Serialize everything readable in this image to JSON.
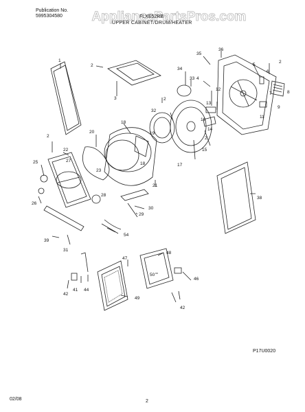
{
  "watermark": "AppliancePartsPros.com",
  "header": {
    "publication_label": "Publication No.",
    "publication_number": "5995304580",
    "model": "FLXE52RB",
    "section_title": "UPPER CABINET/DRUM/HEATER"
  },
  "diagram_code": "P17U0020",
  "footer": {
    "date": "02/08",
    "page": "2"
  },
  "callouts": [
    "1",
    "2",
    "2",
    "2",
    "2",
    "2",
    "3",
    "4",
    "5",
    "6",
    "7",
    "8",
    "9",
    "11",
    "12",
    "13",
    "14",
    "15",
    "16",
    "17",
    "18",
    "18",
    "19",
    "20",
    "21",
    "22",
    "23",
    "25",
    "26",
    "27",
    "28",
    "29",
    "30",
    "31",
    "32",
    "33",
    "34",
    "35",
    "36",
    "38",
    "39",
    "41",
    "42",
    "42",
    "44",
    "46",
    "47",
    "48",
    "49",
    "50",
    "54"
  ]
}
